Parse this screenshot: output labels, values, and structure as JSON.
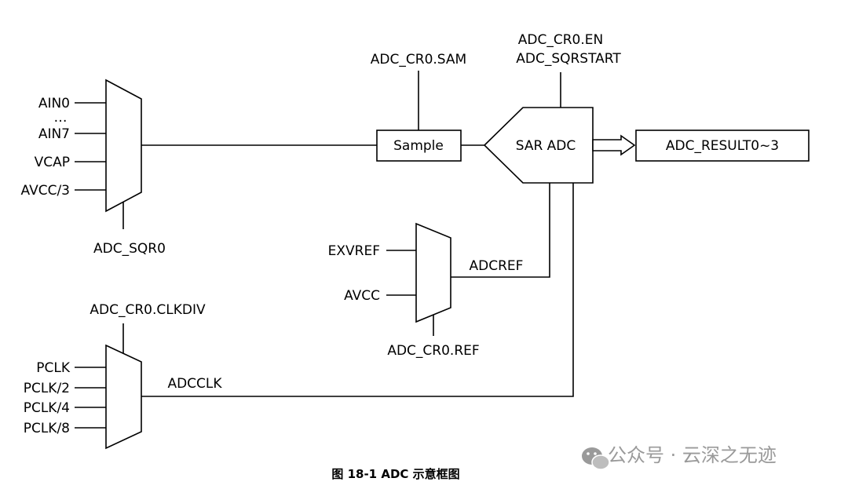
{
  "mux_inputs": {
    "ain0": "AIN0",
    "ellipsis": "…",
    "ain7": "AIN7",
    "vcap": "VCAP",
    "avcc_div3": "AVCC/3"
  },
  "mux_select": "ADC_SQR0",
  "sample": {
    "label": "Sample",
    "control": "ADC_CR0.SAM"
  },
  "sar_adc": {
    "label": "SAR ADC",
    "control_line1": "ADC_CR0.EN",
    "control_line2": "ADC_SQRSTART"
  },
  "result": "ADC_RESULT0~3",
  "ref_mux": {
    "in_exvref": "EXVREF",
    "in_avcc": "AVCC",
    "output": "ADCREF",
    "select": "ADC_CR0.REF"
  },
  "clk_mux": {
    "control": "ADC_CR0.CLKDIV",
    "inputs": [
      "PCLK",
      "PCLK/2",
      "PCLK/4",
      "PCLK/8"
    ],
    "output": "ADCCLK"
  },
  "caption": "图 18-1 ADC 示意框图",
  "watermark": "公众号 · 云深之无迹",
  "icons": {
    "watermark_logo": "wechat-icon"
  }
}
